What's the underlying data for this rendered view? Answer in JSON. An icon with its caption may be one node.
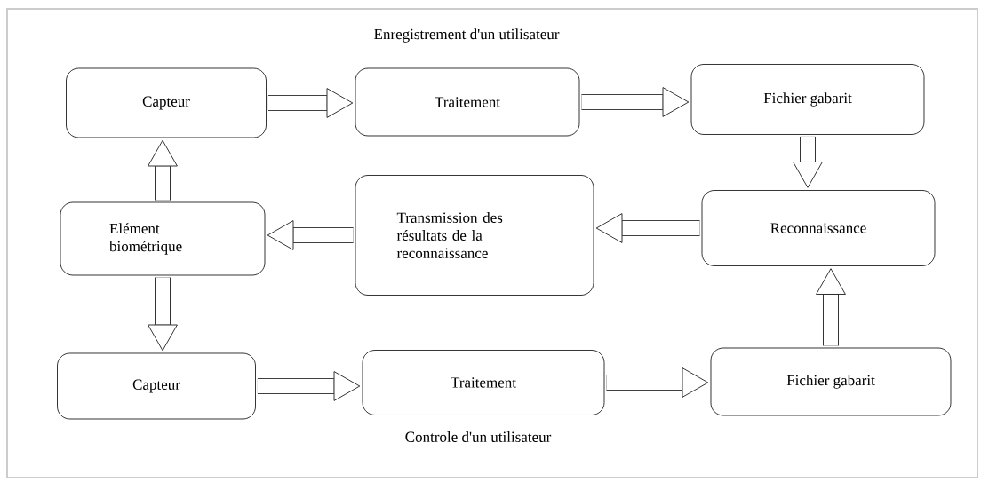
{
  "diagram": {
    "nodes": [
      {
        "text": [
          "Capteur"
        ]
      },
      {
        "text": [
          "Traitement"
        ]
      },
      {
        "text": [
          "Fichier gabarit"
        ]
      },
      {
        "text": [
          "Elément biométrique"
        ]
      },
      {
        "text": [
          "Transmission des résultats de la reconnaissance"
        ]
      },
      {
        "text": [
          "Reconnaissance"
        ]
      },
      {
        "text": [
          "Capteur"
        ]
      },
      {
        "text": [
          "Traitement"
        ]
      },
      {
        "text": [
          "Fichier gabarit"
        ]
      }
    ],
    "edges": [
      {
        "from": 0,
        "to": 1,
        "arrow": "to"
      },
      {
        "from": 1,
        "to": 2,
        "arrow": "to"
      },
      {
        "from": 2,
        "to": 5,
        "arrow": "to"
      },
      {
        "from": 5,
        "to": 4,
        "arrow": "to"
      },
      {
        "from": 4,
        "to": 3,
        "arrow": "to"
      },
      {
        "from": 3,
        "to": 0,
        "arrow": "to"
      },
      {
        "from": 3,
        "to": 6,
        "arrow": "to"
      },
      {
        "from": 6,
        "to": 7,
        "arrow": "to"
      },
      {
        "from": 7,
        "to": 8,
        "arrow": "to"
      },
      {
        "from": 8,
        "to": 5,
        "arrow": "to"
      }
    ],
    "labels": [
      "Enregistrement d'un utilisateur",
      "Controle d'un utilisateur"
    ]
  }
}
